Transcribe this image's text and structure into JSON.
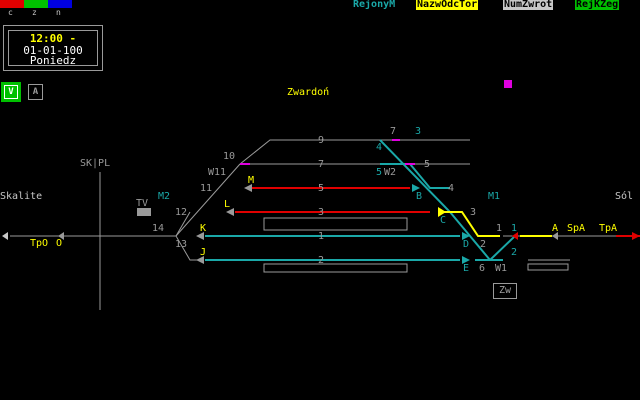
{
  "colors": {
    "red": "#e00000",
    "green": "#00c000",
    "blue": "#0000e0",
    "cyan": "#1aa8a8",
    "yellow": "#ffff00",
    "grey": "#8a8a8a",
    "white": "#ffffff",
    "magenta": "#e000e0"
  },
  "top_legend": {
    "c": "c",
    "z": "z",
    "n": "n"
  },
  "top_buttons": [
    {
      "label": "RejonyM",
      "fg": "#1aa8a8",
      "bg": "#000"
    },
    {
      "label": "NazwOdcTor",
      "fg": "#000",
      "bg": "#ffff00"
    },
    {
      "label": "NumZwrot",
      "fg": "#000",
      "bg": "#c8c8c8"
    },
    {
      "label": "RejKZeg",
      "fg": "#000",
      "bg": "#00c000"
    }
  ],
  "clock": {
    "time": "12:00 -",
    "date": "01-01-100",
    "day": "Poniedz"
  },
  "modes": {
    "v": "V",
    "a": "A"
  },
  "station": {
    "name": "Zwardoń",
    "left": "Skalite",
    "right": "Sól",
    "sk_pl": "SK|PL",
    "zw": "Zw"
  },
  "regions": {
    "m1": "M1",
    "m2": "M2"
  },
  "tracks": {
    "t1": "1",
    "t2": "2",
    "t3": "3",
    "t4": "4",
    "t5": "5",
    "t6": "6",
    "t7": "7",
    "t9": "9",
    "t10": "10",
    "t11": "11",
    "t12": "12",
    "t13": "13",
    "t14": "14"
  },
  "sw_labels": {
    "w11": "W11",
    "w2": "W2",
    "w1": "W1"
  },
  "signals": {
    "m": "M",
    "l": "L",
    "k": "K",
    "j": "J",
    "b": "B",
    "c": "C",
    "d": "D",
    "e": "E",
    "a": "A",
    "spa": "SpA",
    "tpa": "TpA",
    "tpo": "TpO",
    "o": "O",
    "tv": "TV"
  }
}
